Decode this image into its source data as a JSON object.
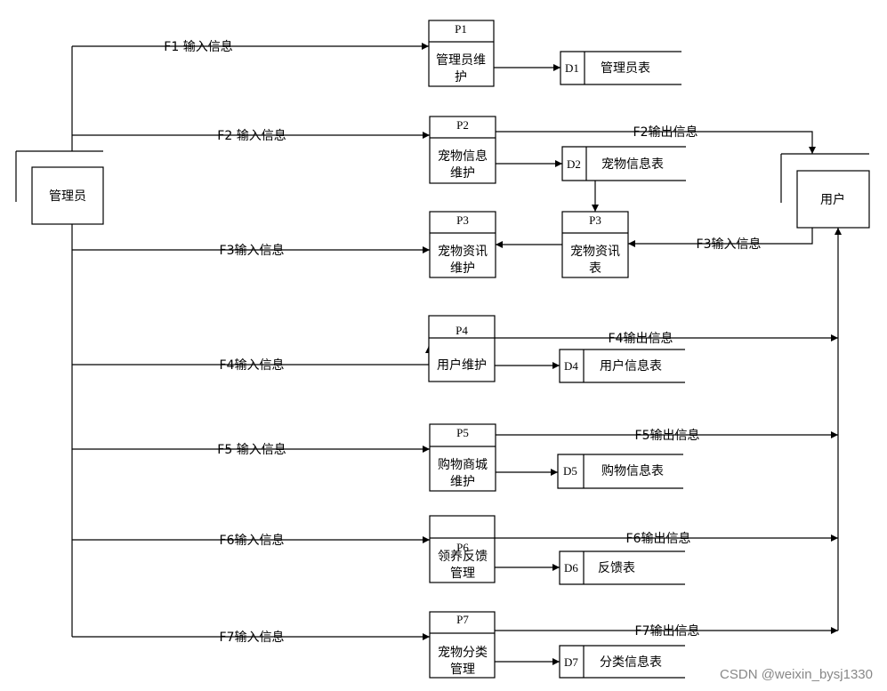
{
  "entities": {
    "admin": "管理员",
    "user": "用户"
  },
  "processes": [
    {
      "id": "P1",
      "name_lines": [
        "管理员维",
        "护"
      ]
    },
    {
      "id": "P2",
      "name_lines": [
        "宠物信息",
        "维护"
      ]
    },
    {
      "id": "P3",
      "name_lines": [
        "宠物资讯",
        "维护"
      ]
    },
    {
      "id": "P4",
      "name_lines": [
        "用户维护"
      ]
    },
    {
      "id": "P5",
      "name_lines": [
        "购物商城",
        "维护"
      ]
    },
    {
      "id": "P6",
      "name_lines": [
        "领养反馈",
        "管理"
      ]
    },
    {
      "id": "P7",
      "name_lines": [
        "宠物分类",
        "管理"
      ]
    }
  ],
  "middle_store": {
    "id": "P3",
    "name_lines": [
      "宠物资讯",
      "表"
    ]
  },
  "stores": [
    {
      "id": "D1",
      "name": "管理员表"
    },
    {
      "id": "D2",
      "name": "宠物信息表"
    },
    {
      "id": "D4",
      "name": "用户信息表"
    },
    {
      "id": "D5",
      "name": "购物信息表"
    },
    {
      "id": "D6",
      "name": "反馈表"
    },
    {
      "id": "D7",
      "name": "分类信息表"
    }
  ],
  "flows": {
    "in": [
      "F1 输入信息",
      "F2 输入信息",
      "F3输入信息",
      "F4输入信息",
      "F5 输入信息",
      "F6输入信息",
      "F7输入信息"
    ],
    "out": [
      "F2输出信息",
      "F4输出信息",
      "F5输出信息",
      "F6输出信息",
      "F7输出信息"
    ],
    "user_in": "F3输入信息"
  },
  "watermark": "CSDN @weixin_bysj1330"
}
